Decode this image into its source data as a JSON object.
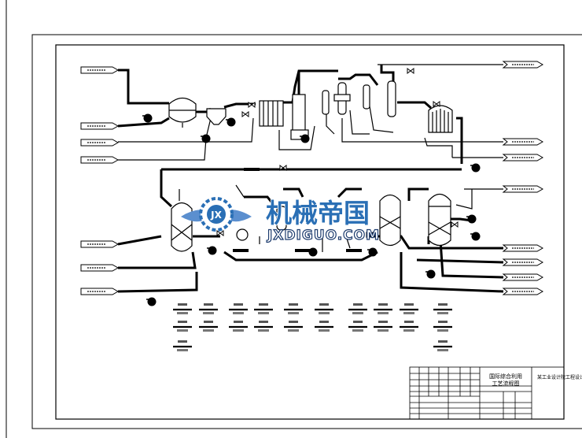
{
  "watermark": {
    "brand": "机械帝国",
    "domain": "JXDIGUO.COM",
    "emblem": "JX",
    "accent_color": "#2a6fb5",
    "dark_color": "#1d3c6e"
  },
  "title_block": {
    "drawing_title_line1": "国际综合利用",
    "drawing_title_line2": "工艺流程图",
    "company": "某工业设计院工程设计所"
  },
  "icon_names": [
    "valve-icon",
    "pump-icon",
    "column-icon",
    "exchanger-icon"
  ]
}
